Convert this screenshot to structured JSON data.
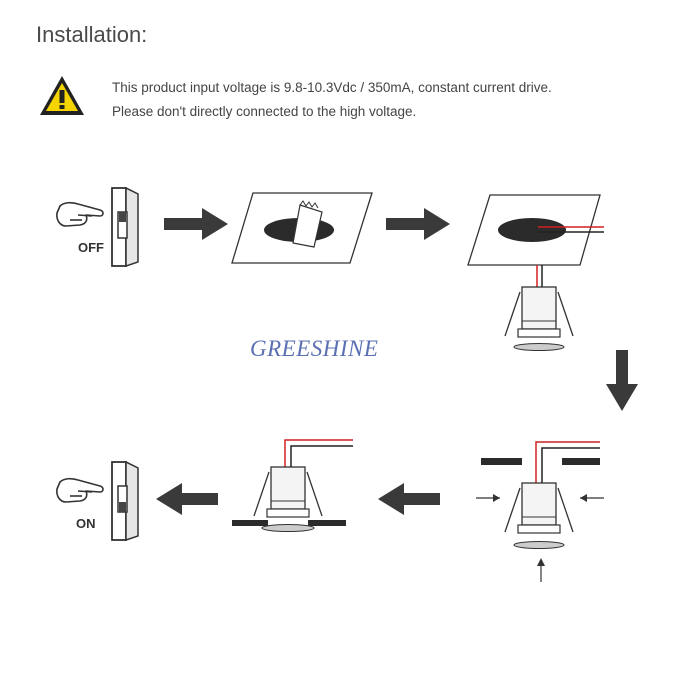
{
  "page": {
    "heading": "Installation:",
    "warning": {
      "icon": "warning-triangle-icon",
      "line1": "This product input voltage is 9.8-10.3Vdc / 350mA, constant current drive.",
      "line2": "Please don't directly connected to the high voltage."
    },
    "brand": "GREESHINE"
  },
  "steps": {
    "switch_off_label": "OFF",
    "switch_on_label": "ON"
  },
  "colors": {
    "arrow": "#3a3a3a",
    "wire_red": "#d22020",
    "wire_black": "#222222",
    "warning_yellow": "#f5d400",
    "brand": "#5b6fb3"
  }
}
